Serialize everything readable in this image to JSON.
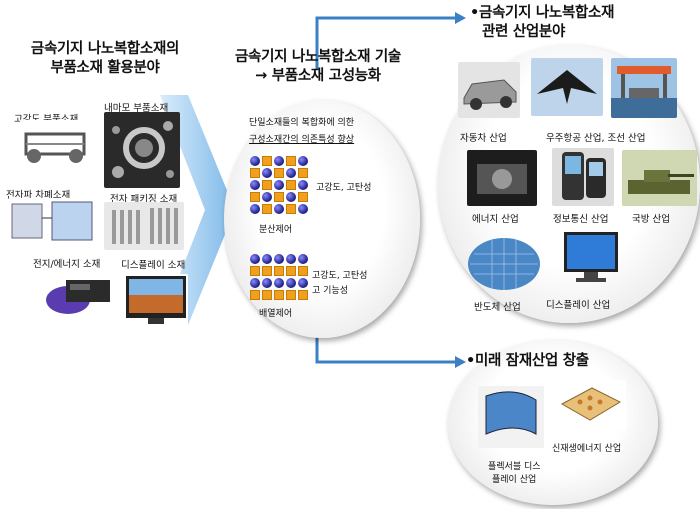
{
  "left": {
    "title_line1": "금속기지 나노복합소재의",
    "title_line2": "부품소재 활용분야",
    "items": {
      "high_strength": "고강도 부품소재",
      "wear": "내마모 부품소재",
      "electronic_parts": "전자파 차폐소재",
      "packaging": "전자 패키징 소재",
      "battery": "전지/에너지 소재",
      "display": "디스플레이 소재"
    }
  },
  "center": {
    "title_line1": "금속기지 나노복합소재 기술",
    "title_line2": "→ 부품소재 고성능화",
    "heading_line1": "단일소재들의 복합화에 의한",
    "heading_line2": "구성소재간의 의존특성 향상",
    "dispersion": {
      "caption": "분산제어",
      "property": "고강도, 고탄성"
    },
    "arrangement": {
      "caption": "배열제어",
      "property_line1": "고강도, 고탄성",
      "property_line2": "고 기능성"
    }
  },
  "right_top": {
    "title_line1": "•금속기지 나노복합소재",
    "title_line2": "관련 산업분야",
    "industries": {
      "auto": "자동차 산업",
      "aero": "우주항공 산업, 조선 산업",
      "energy": "에너지 산업",
      "info": "정보통신 산업",
      "defense": "국방 산업",
      "semi": "반도체 산업",
      "display": "디스플레이 산업"
    }
  },
  "right_bottom": {
    "title": "•미래 잠재산업 창출",
    "flexible_line1": "플렉서블 디스",
    "flexible_line2": "플레이 산업",
    "renewable": "신재생에너지 산업"
  }
}
